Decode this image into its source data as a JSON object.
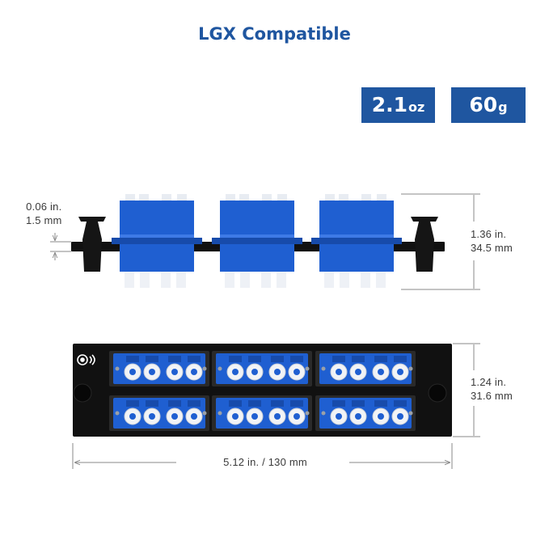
{
  "title": "LGX Compatible",
  "weights": {
    "imperial_value": "2.1",
    "imperial_unit": "oz",
    "metric_value": "60",
    "metric_unit": "g"
  },
  "dimensions": {
    "plate_thickness_in": "0.06 in.",
    "plate_thickness_mm": "1.5 mm",
    "adapter_height_in": "1.36 in.",
    "adapter_height_mm": "34.5 mm",
    "panel_height_in": "1.24 in.",
    "panel_height_mm": "31.6 mm",
    "panel_width": "5.12 in. / 130 mm"
  },
  "colors": {
    "brand_blue": "#1f56a0",
    "adapter_blue": "#1f5fd1",
    "panel_black": "#111111"
  }
}
